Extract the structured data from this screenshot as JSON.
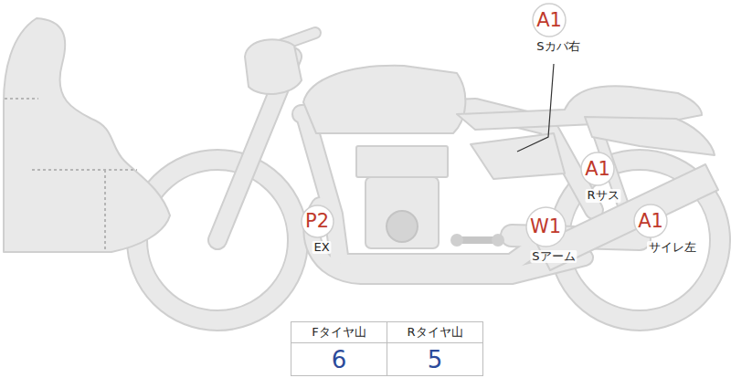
{
  "diagram": {
    "nodes": [
      {
        "text": [
          "A1",
          "Sカバ右"
        ]
      },
      {
        "text": [
          "A1",
          "Rサス"
        ]
      },
      {
        "text": [
          "P2",
          "EX"
        ]
      },
      {
        "text": [
          "W1",
          "Sアーム"
        ]
      },
      {
        "text": [
          "A1",
          "サイレ左"
        ]
      }
    ],
    "labels": [
      "Fタイヤ山",
      "Rタイヤ山",
      "6",
      "5"
    ]
  }
}
